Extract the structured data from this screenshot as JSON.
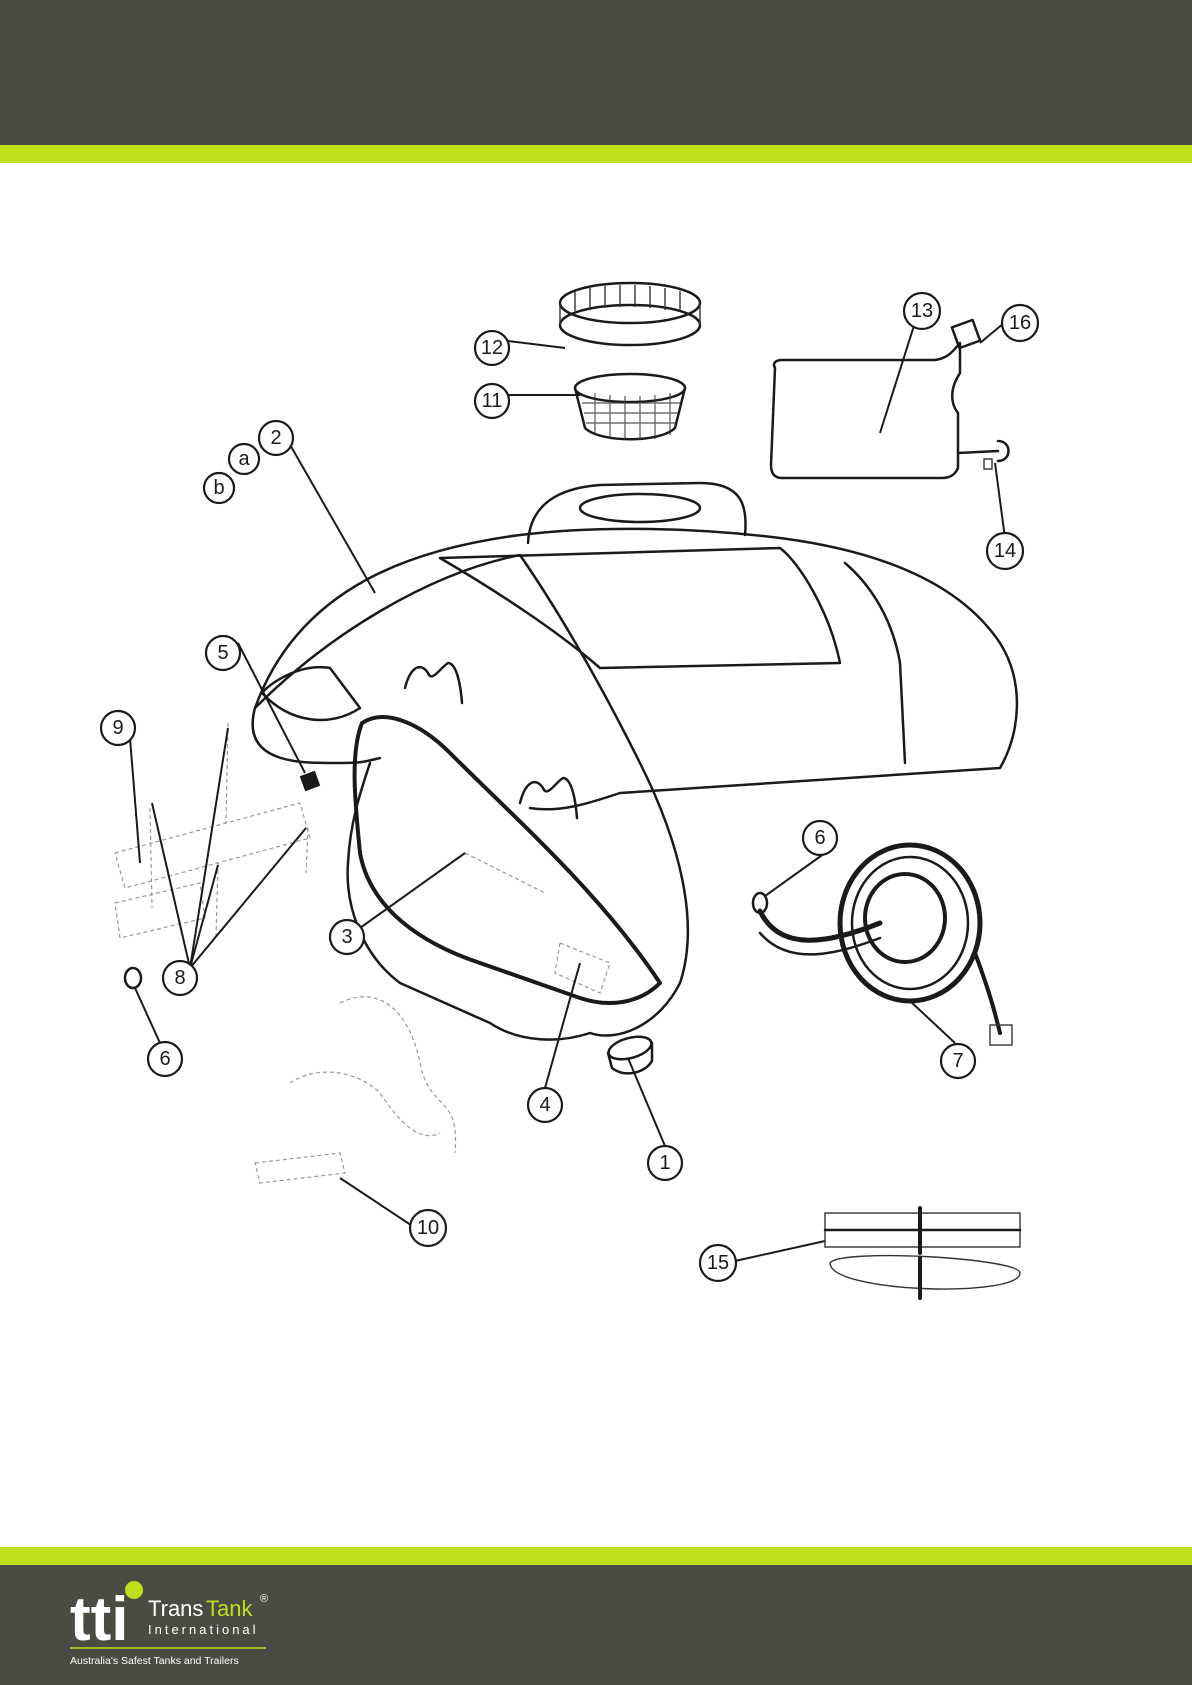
{
  "callouts": [
    "1",
    "2",
    "a",
    "b",
    "3",
    "4",
    "5",
    "6",
    "6",
    "7",
    "8",
    "9",
    "10",
    "11",
    "12",
    "13",
    "14",
    "15",
    "16"
  ],
  "logo": {
    "mark": "tti",
    "word_trans": "Trans",
    "word_tank": "Tank",
    "registered": "®",
    "word_international": "International",
    "tagline": "Australia's Safest Tanks and Trailers"
  },
  "colors": {
    "header": "#4a4c44",
    "accent": "#bfe01a",
    "ink": "#1a1a1a"
  }
}
